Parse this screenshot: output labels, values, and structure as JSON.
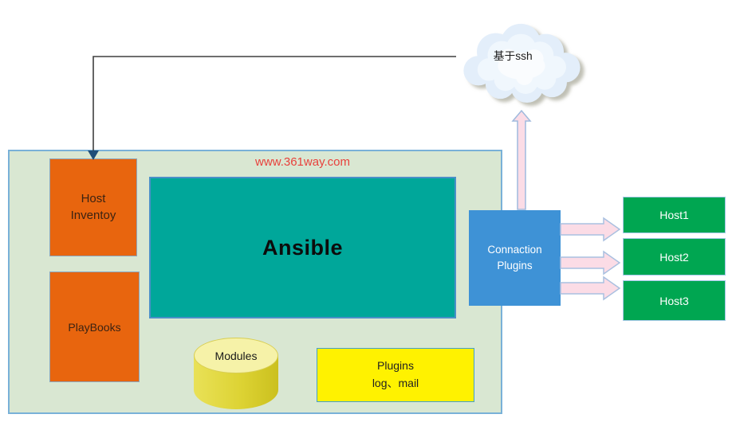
{
  "diagram": {
    "cloud_label": "基于ssh",
    "watermark": "www.361way.com",
    "host_inventory": "Host\nInventoy",
    "playbooks": "PlayBooks",
    "ansible": "Ansible",
    "modules": "Modules",
    "plugins": "Plugins\nlog、mail",
    "connection_plugins": "Connaction\nPlugins",
    "hosts": [
      {
        "label": "Host1"
      },
      {
        "label": "Host2"
      },
      {
        "label": "Host3"
      }
    ],
    "colors": {
      "container_fill": "#d9e7d2",
      "container_border": "#79b1d8",
      "orange_box": "#e8650e",
      "teal_box": "#00a79a",
      "blue_box": "#3e92d6",
      "green_box": "#00a651",
      "yellow_box": "#fff200",
      "cylinder_body": "#ddd334",
      "cylinder_top": "#f6f2a8",
      "arrow_pink": "#fbdce6",
      "arrow_border": "#9fbadd",
      "watermark_red": "#e8413c",
      "connector_dark": "#3f3f3f",
      "arrowhead_blue": "#1f4e79"
    }
  }
}
